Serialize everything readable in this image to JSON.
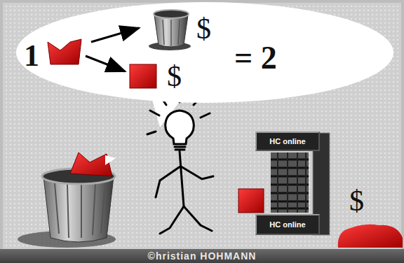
{
  "diagram": {
    "nodes": [
      {
        "text": [
          "1",
          "$",
          "$",
          "= 2"
        ]
      },
      {
        "text": [
          "HC online"
        ]
      },
      {
        "text": [
          "HC online"
        ]
      },
      {
        "text": [
          "©hristian HOHMANN"
        ]
      }
    ],
    "labels": [
      "$"
    ]
  }
}
